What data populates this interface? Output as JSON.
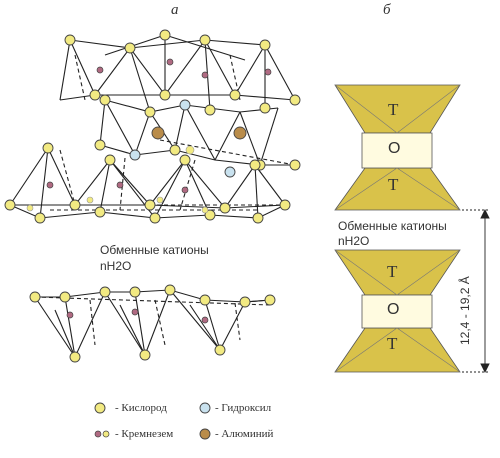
{
  "panels": {
    "a": "а",
    "b": "б"
  },
  "left": {
    "interlayer_label": "Обменные катионы",
    "interlayer_water": "nH2O"
  },
  "right": {
    "top_layer": {
      "t_top": "T",
      "o_mid": "O",
      "t_bottom": "T"
    },
    "bottom_layer": {
      "t_top": "T",
      "o_mid": "O",
      "t_bottom": "T"
    },
    "interlayer_label": "Обменные катионы",
    "interlayer_water": "nH2O",
    "spacing": "12,4 - 19,2 Å"
  },
  "legend": [
    {
      "key": "oxygen",
      "text": "- Кислород",
      "color": "#f2ea82"
    },
    {
      "key": "hydroxyl",
      "text": "- Гидроксил",
      "color": "#c9e2ef"
    },
    {
      "key": "silica",
      "text": "- Кремнезем",
      "color": "#b06a82"
    },
    {
      "key": "aluminum",
      "text": "- Алюминий",
      "color": "#b98c4a"
    }
  ],
  "colors": {
    "tetra_fill": "#d9c24a",
    "octa_fill": "#fffbe0",
    "line": "#222222"
  }
}
